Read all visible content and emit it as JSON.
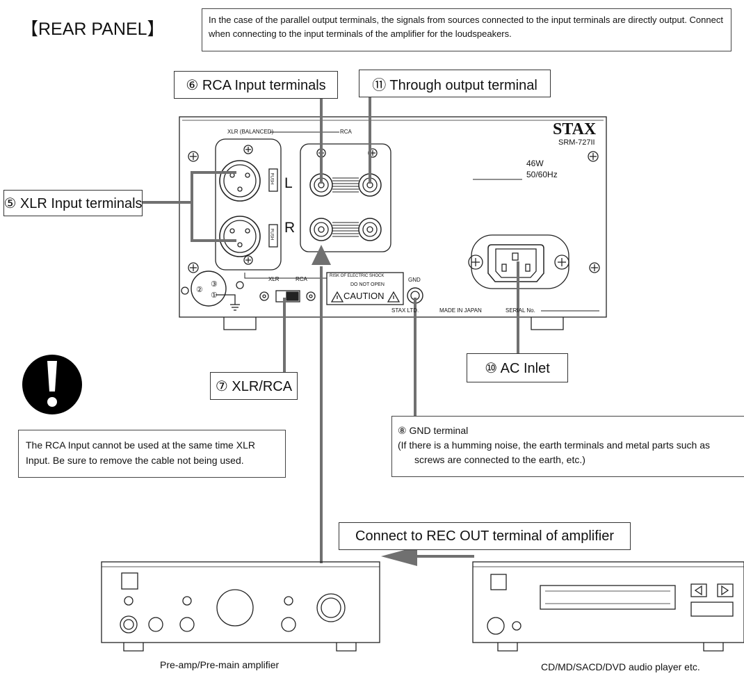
{
  "page": {
    "title": "【REAR PANEL】",
    "top_note": "In the case of the parallel output terminals, the signals from sources connected to the input terminals are directly output. Connect when connecting to the input terminals of the amplifier for the loudspeakers."
  },
  "callouts": {
    "rca_input": "⑥ RCA Input terminals",
    "through_output": "⑪ Through output terminal",
    "xlr_input": "⑤ XLR Input terminals",
    "xlr_rca": "⑦ XLR/RCA",
    "ac_inlet": "⑩ AC Inlet",
    "rec_out": "Connect to REC OUT terminal of amplifier"
  },
  "panel": {
    "brand": "STAX",
    "model": "SRM-727II",
    "power_watts": "46W",
    "power_freq": "50/60Hz",
    "xlr_balanced": "XLR (BALANCED)",
    "rca": "RCA",
    "channel_l": "L",
    "channel_r": "R",
    "switch_xlr": "XLR",
    "switch_rca": "RCA",
    "push_upper": "PUSH",
    "push_lower": "PUSH",
    "pin1": "①",
    "pin2": "②",
    "pin3": "③",
    "shock_line1": "RISK OF ELECTRIC SHOCK",
    "shock_line2": "DO NOT OPEN",
    "caution": "CAUTION",
    "gnd": "GND",
    "maker": "STAX LTD.",
    "made_in": "MADE IN JAPAN",
    "serial": "SERIAL No."
  },
  "notes": {
    "gnd_title": "⑧ GND terminal",
    "gnd_line1": "(If there is a humming noise, the earth terminals and metal parts such as",
    "gnd_line2": "screws are connected to the earth, etc.)",
    "rca_xlr_line1": "The RCA Input cannot be used at the same time XLR",
    "rca_xlr_line2": "Input. Be sure to remove the cable not being used."
  },
  "devices": {
    "preamp_caption": "Pre-amp/Pre-main amplifier",
    "player_caption": "CD/MD/SACD/DVD audio player etc."
  }
}
